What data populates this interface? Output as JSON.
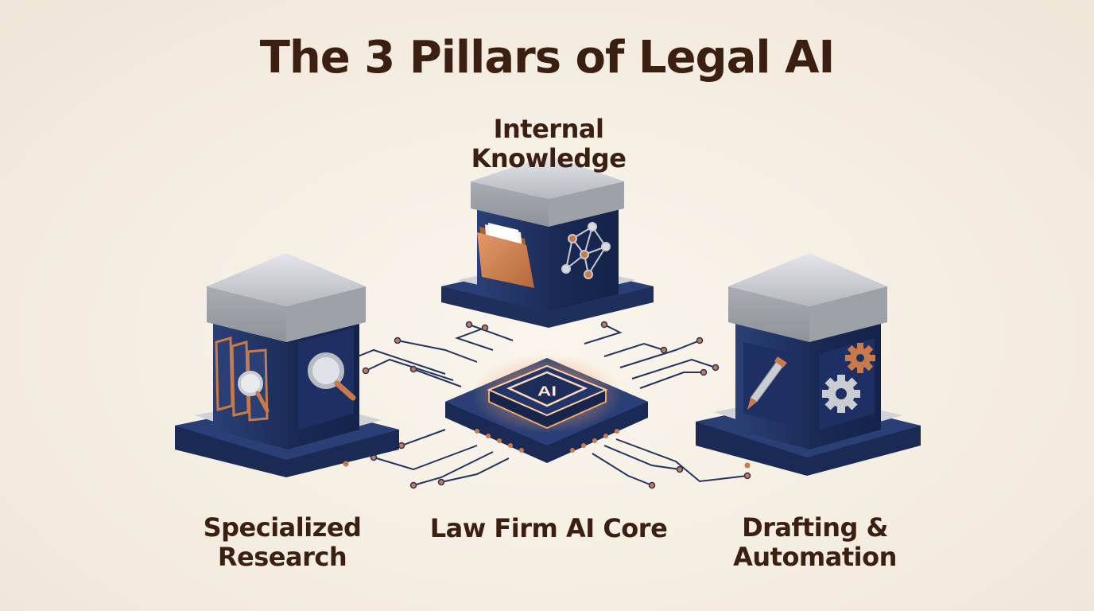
{
  "title": "The 3 Pillars of Legal AI",
  "core": {
    "chip_text": "AI",
    "label": "Law Firm AI Core"
  },
  "pillars": {
    "top": {
      "label_line1": "Internal",
      "label_line2": "Knowledge",
      "icons": [
        "folder-icon",
        "network-icon"
      ]
    },
    "left": {
      "label_line1": "Specialized",
      "label_line2": "Research",
      "icons": [
        "books-icon",
        "magnifier-icon"
      ]
    },
    "right": {
      "label_line1": "Drafting &",
      "label_line2": "Automation",
      "icons": [
        "pen-icon",
        "gears-icon"
      ]
    }
  },
  "colors": {
    "navy": "#1f3160",
    "navy_dark": "#16244a",
    "silver": "#c9ccd1",
    "copper": "#c87a4a",
    "text": "#3b1f10",
    "glow": "#f3a56a"
  }
}
